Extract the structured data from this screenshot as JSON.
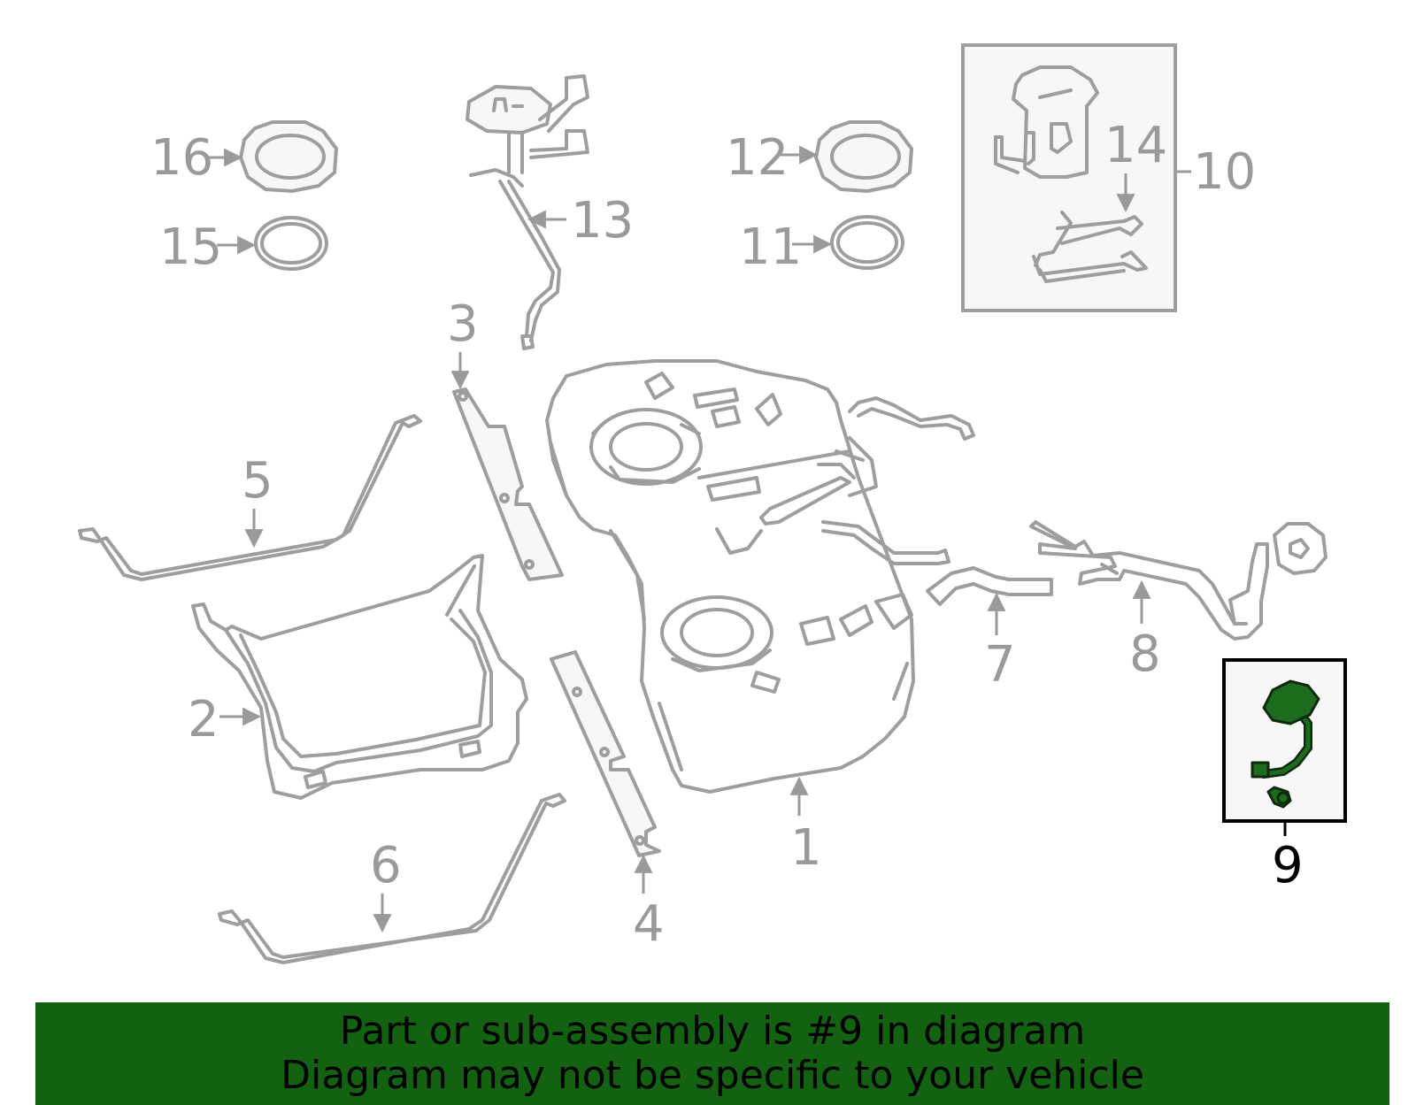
{
  "callouts": {
    "c1": "1",
    "c2": "2",
    "c3": "3",
    "c4": "4",
    "c5": "5",
    "c6": "6",
    "c7": "7",
    "c8": "8",
    "c9": "9",
    "c10": "10",
    "c11": "11",
    "c12": "12",
    "c13": "13",
    "c14": "14",
    "c15": "15",
    "c16": "16"
  },
  "banner": {
    "line1": "Part or sub-assembly is #9 in diagram",
    "line2": "Diagram may not be specific to your vehicle"
  },
  "colors": {
    "line_gray": "#9e9e9e",
    "highlight_green": "#1d6b1d",
    "banner_green": "#126212"
  }
}
